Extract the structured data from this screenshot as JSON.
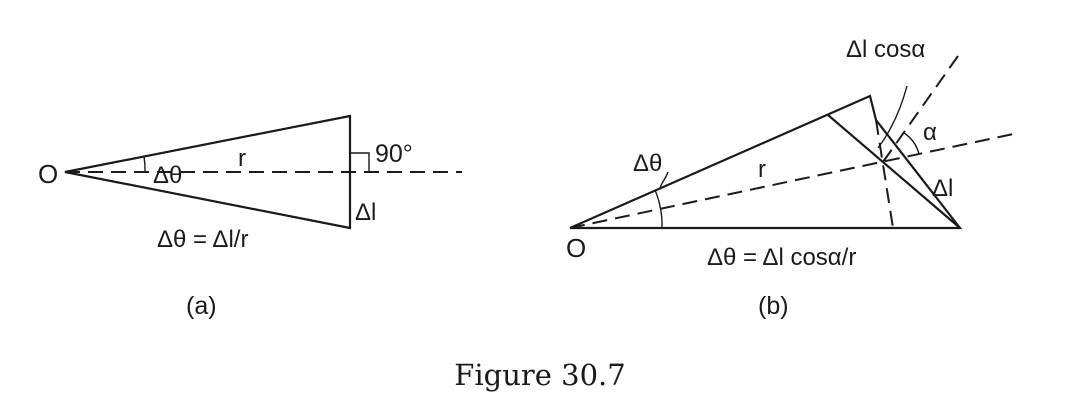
{
  "panel_a": {
    "origin_label": "O",
    "angle_label": "Δθ",
    "radius_label": "r",
    "right_angle_label": "90°",
    "length_label": "Δl",
    "equation": "Δθ = Δl/r",
    "caption": "(a)"
  },
  "panel_b": {
    "origin_label": "O",
    "angle_label": "Δθ",
    "radius_label": "r",
    "projection_label": "Δl cosα",
    "alpha_label": "α",
    "length_label": "Δl",
    "equation": "Δθ = Δl cosα/r",
    "caption": "(b)"
  },
  "figure_caption": "Figure 30.7"
}
